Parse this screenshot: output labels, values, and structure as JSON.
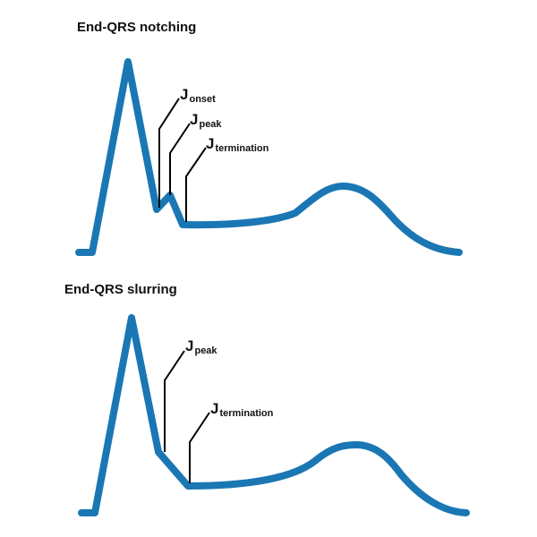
{
  "colors": {
    "waveform": "#1a77b4",
    "leader": "#000000",
    "text": "#111111"
  },
  "panels": [
    {
      "title": "End-QRS notching",
      "labels": [
        {
          "main": "J",
          "sub": "onset"
        },
        {
          "main": "J",
          "sub": "peak"
        },
        {
          "main": "J",
          "sub": "termination"
        }
      ]
    },
    {
      "title": "End-QRS slurring",
      "labels": [
        {
          "main": "J",
          "sub": "peak"
        },
        {
          "main": "J",
          "sub": "termination"
        }
      ]
    }
  ]
}
